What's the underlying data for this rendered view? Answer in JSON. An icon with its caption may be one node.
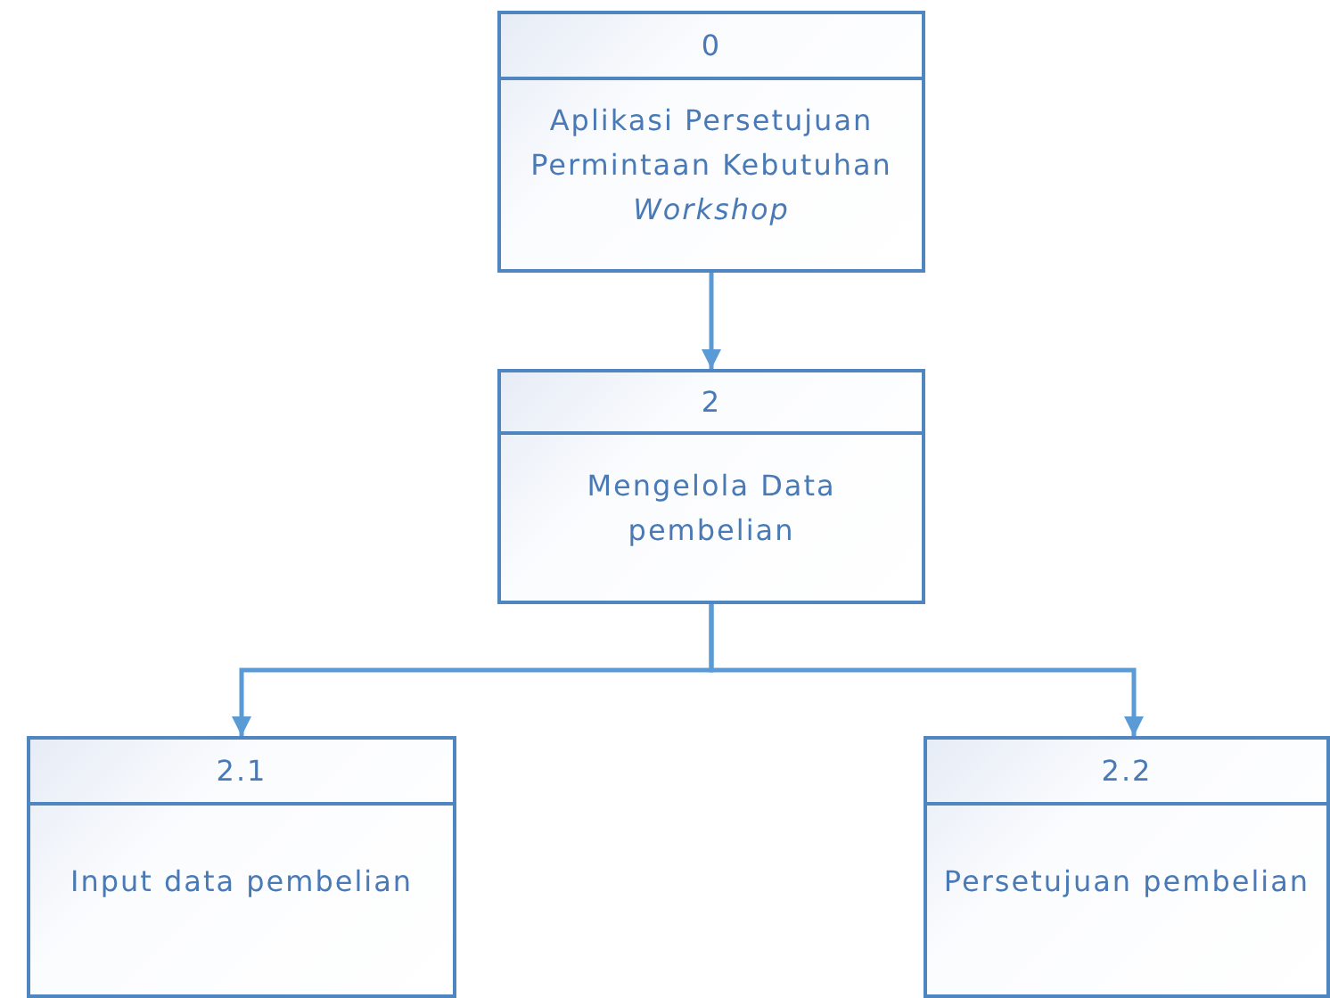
{
  "diagram": {
    "nodes": [
      {
        "text": [
          "0",
          "Aplikasi Persetujuan Permintaan Kebutuhan *Workshop*"
        ]
      },
      {
        "text": [
          "2",
          "Mengelola Data pembelian"
        ]
      },
      {
        "text": [
          "2.1",
          "Input data pembelian"
        ]
      },
      {
        "text": [
          "2.2",
          "Persetujuan pembelian"
        ]
      }
    ],
    "edges": [
      {
        "from": 0,
        "to": 1,
        "arrow": "to"
      },
      {
        "from": 1,
        "to": 2,
        "arrow": "to"
      },
      {
        "from": 1,
        "to": 3,
        "arrow": "to"
      }
    ]
  }
}
